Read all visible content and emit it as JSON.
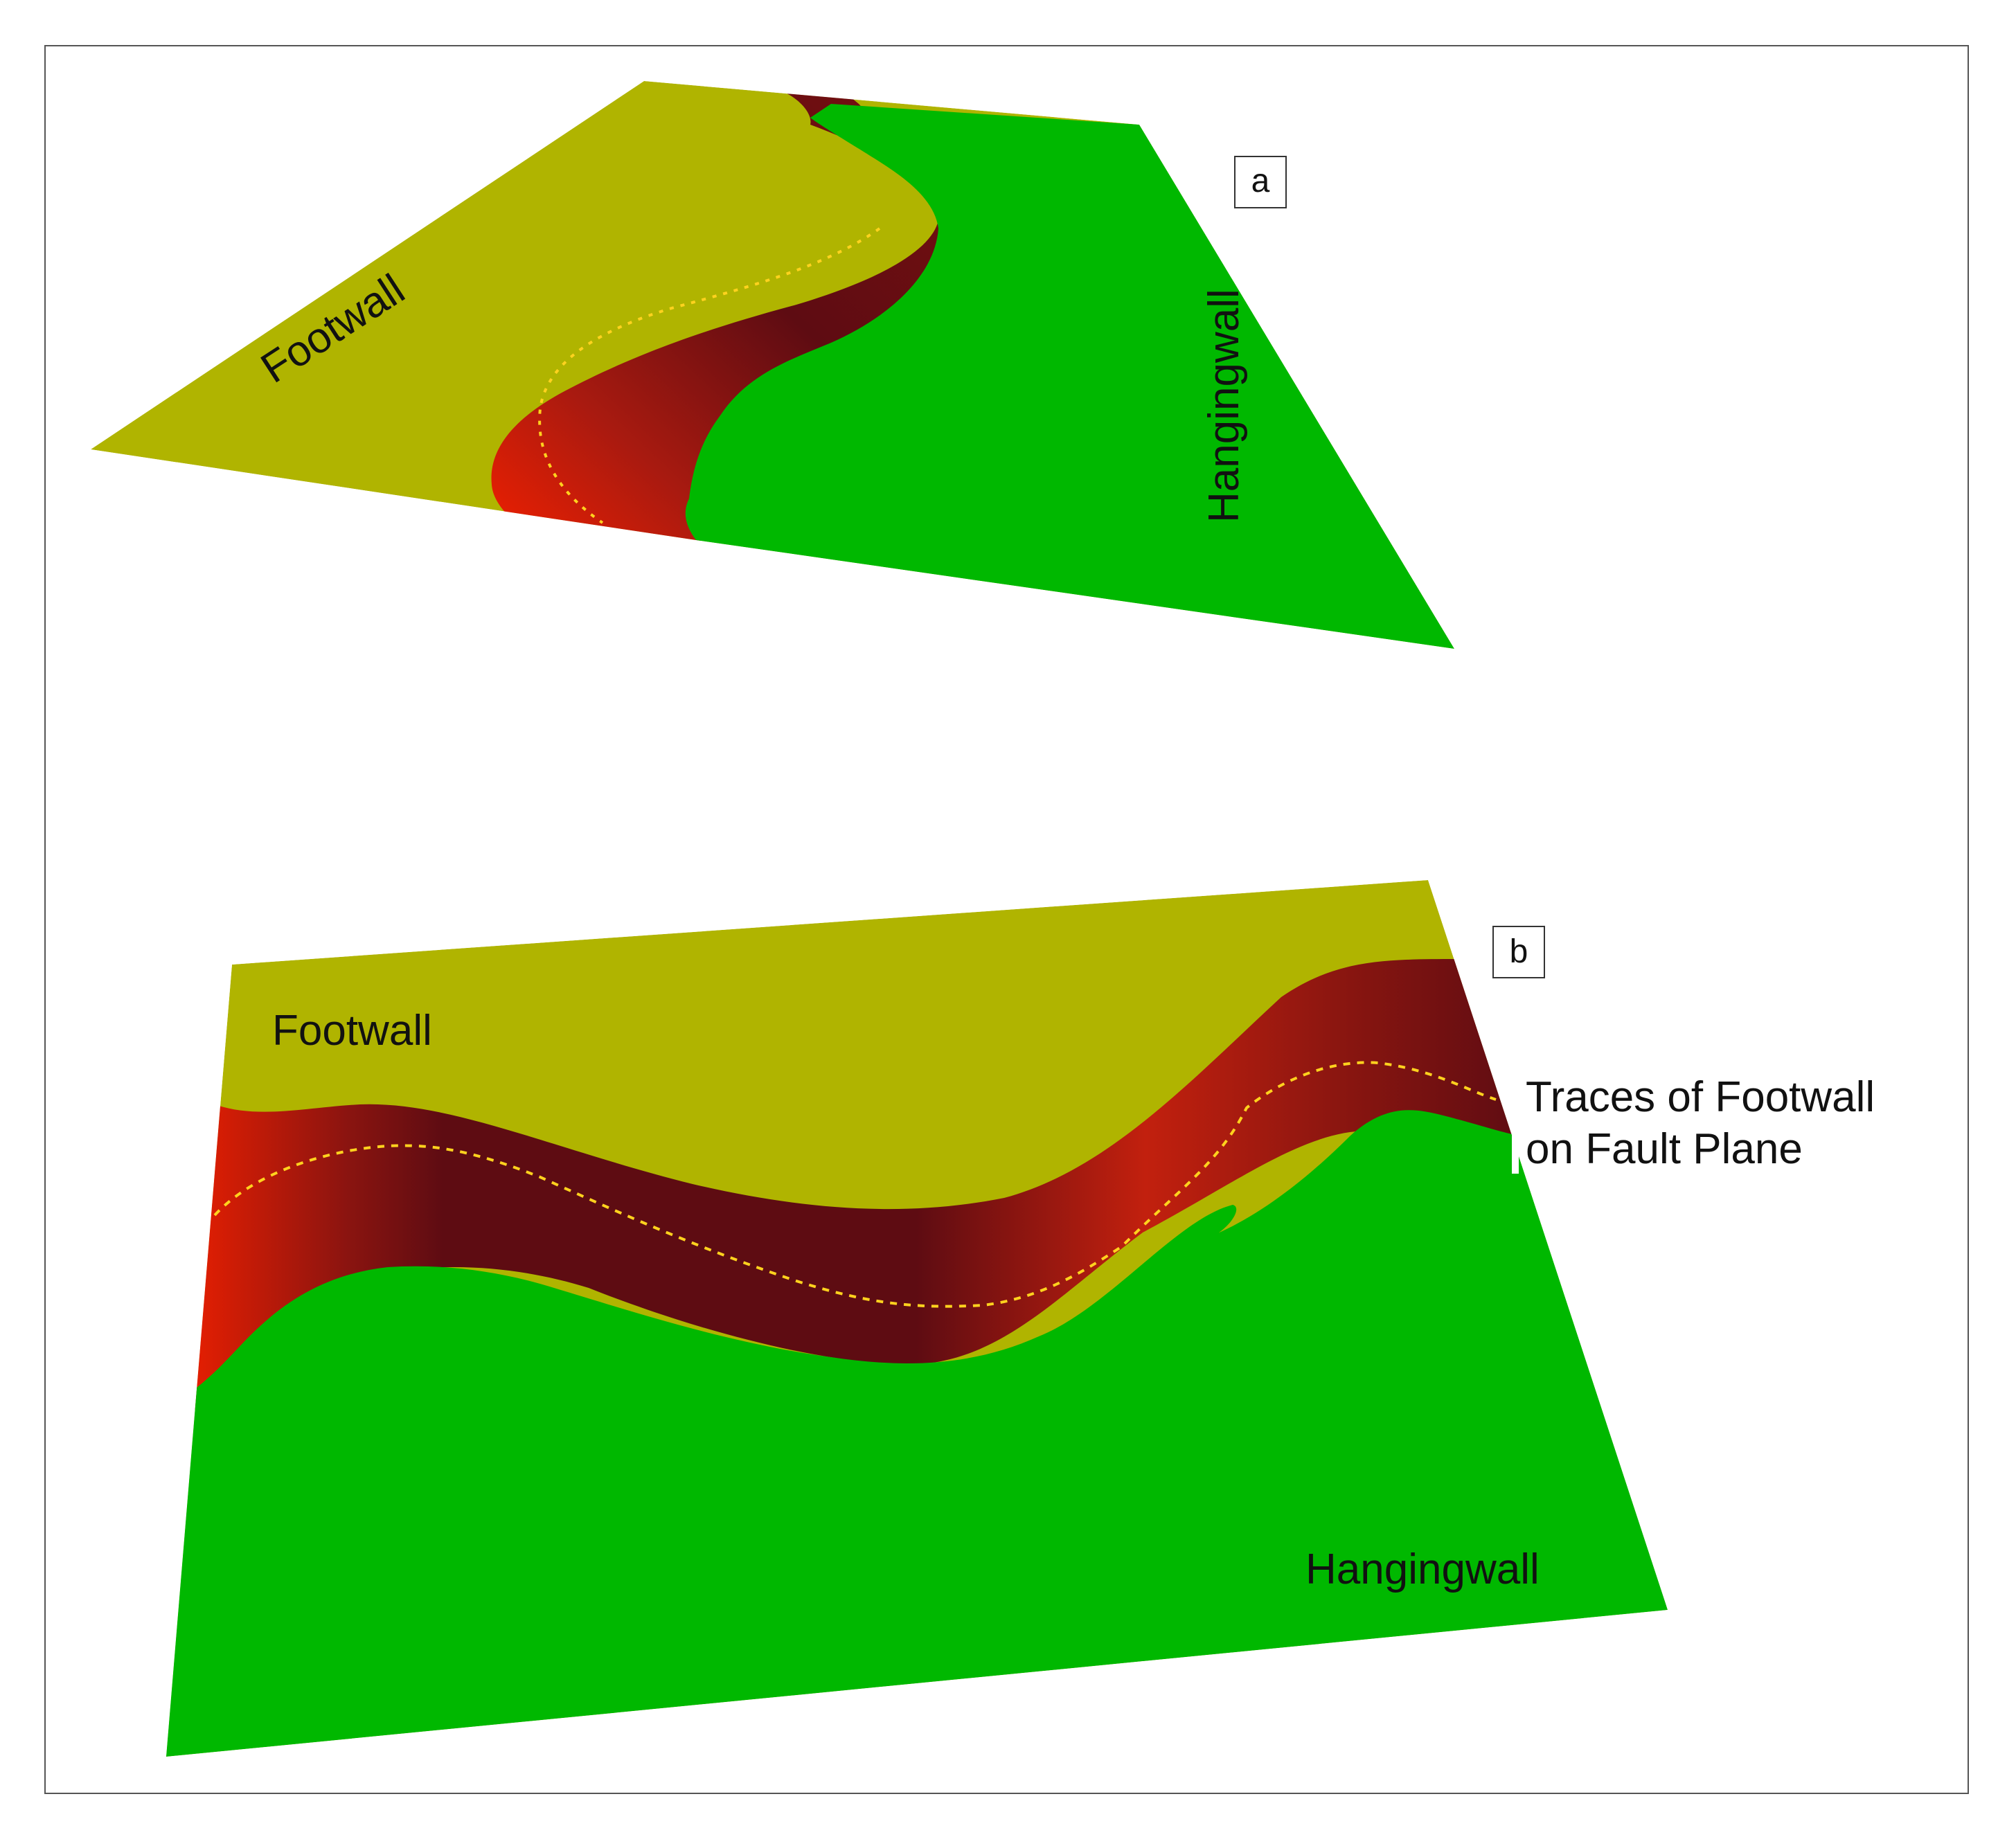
{
  "colors": {
    "footwall": "#b0b400",
    "hangingwall": "#00b800",
    "fault_dark": "#5e0c12",
    "fault_red": "#c2200e",
    "fault_bright": "#f02000",
    "trace_line": "#ffd21e",
    "frame_border": "#555555",
    "background": "#ffffff"
  },
  "panel_a": {
    "label": "a",
    "footwall_label": "Footwall",
    "hangingwall_label": "Hangingwall"
  },
  "panel_b": {
    "label": "b",
    "footwall_label": "Footwall",
    "hangingwall_label": "Hangingwall",
    "annotation_line1": "Traces of Footwall",
    "annotation_line2": "on Fault Plane"
  }
}
